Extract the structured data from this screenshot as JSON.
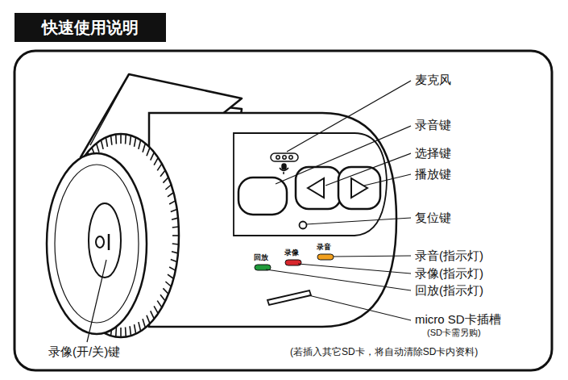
{
  "diagram": {
    "title": "快速使用说明",
    "labels": [
      "麦克风",
      "录音键",
      "选择键",
      "播放键",
      "复位键",
      "录音(指示灯)",
      "录像(指示灯)",
      "回放(指示灯)",
      "micro SD卡插槽",
      "(SD卡需另购)",
      "录像(开/关)键",
      "(若插入其它SD卡，将自动清除SD卡内资料)",
      "回放",
      "录像",
      "录音"
    ]
  }
}
